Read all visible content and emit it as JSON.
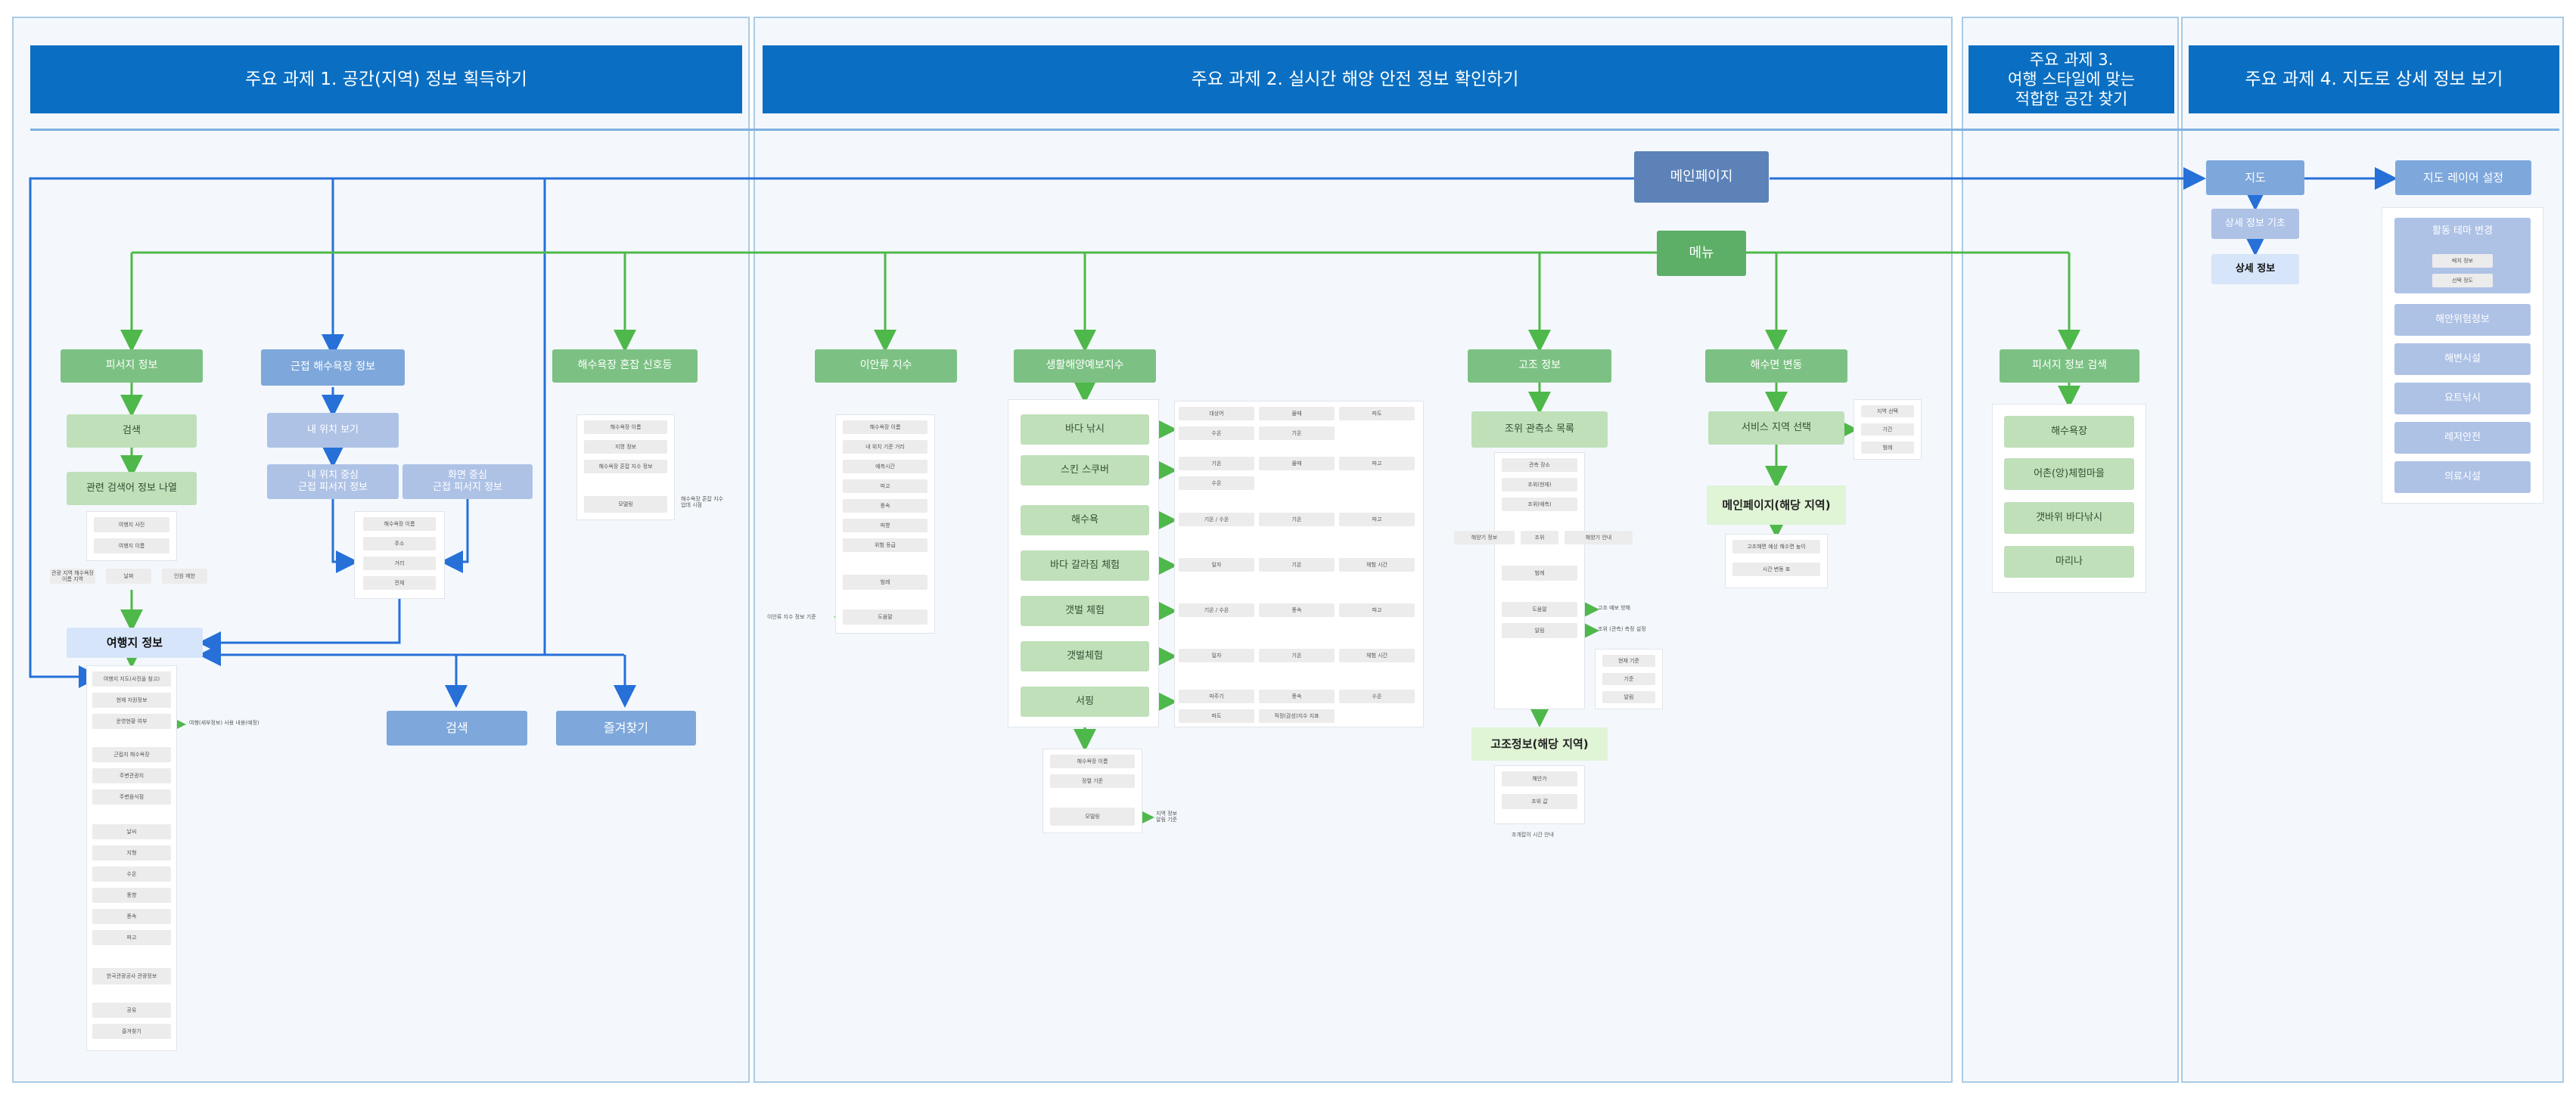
{
  "headers": {
    "task1": "주요 과제 1. 공간(지역) 정보 획득하기",
    "task2": "주요 과제 2. 실시간 해양 안전 정보 확인하기",
    "task3": "주요 과제 3.\n여행 스타일에 맞는\n적합한 공간 찾기",
    "task4": "주요 과제 4. 지도로 상세 정보 보기"
  },
  "hubs": {
    "main_page": "메인페이지",
    "menu": "메뉴"
  },
  "task1": {
    "beach_info": "피서지 정보",
    "search_sub": "검색",
    "search_list": "관련 검색어 정보 나열",
    "search_list_items": [
      "여행지 사진",
      "여행지 이름"
    ],
    "search_row": [
      "관광 지역 해수욕장 이름 지역",
      "날짜",
      "인원 제한"
    ],
    "nearby_info": "근접 해수욕장 정보",
    "my_location": "내 위치 보기",
    "my_center": "내 위치 중심\n근접 피서지 정보",
    "screen_center": "화면 중심\n근접 피서지 정보",
    "nearby_items": [
      "해수욕장 이름",
      "주소",
      "거리",
      "전체"
    ],
    "crowd_signal": "해수욕장 혼잡 신호등",
    "crowd_items": [
      "해수욕장 이름",
      "지명 정보",
      "해수욕장 혼잡 지수 정보"
    ],
    "crowd_btn": "모델링",
    "crowd_note": "해수욕장 혼잡 지수\n업데 시점",
    "travel_info": "여행지 정보",
    "travel_items": [
      "여행지 지도(사진을 참고)",
      "현재 지원정보",
      "운영현황 여부"
    ],
    "travel_note": "여행(세부정보) 사용 내용(예정)",
    "travel_items2": [
      "근접지 해수욕장",
      "주변관광지",
      "주변음식점"
    ],
    "travel_items3": [
      "날씨",
      "지형",
      "수온",
      "풍향",
      "풍속",
      "파고"
    ],
    "travel_items4": [
      "한국관광공사 관광정보"
    ],
    "travel_items5": [
      "공유",
      "즐겨찾기"
    ],
    "btn_search": "검색",
    "btn_fav": "즐겨찾기"
  },
  "task2": {
    "rip": "이안류 지수",
    "rip_items": [
      "해수욕장 이름",
      "내 위치 기준 거리",
      "예측시간",
      "파고",
      "풍속",
      "파향",
      "위험 등급",
      "범례",
      "도움말"
    ],
    "rip_note": "이안류 지수 정보 기준",
    "life": "생활해양예보지수",
    "life_items": [
      "바다 낚시",
      "스킨 스쿠버",
      "해수욕",
      "바다 갈라짐 체험",
      "갯벌 체험",
      "갯벌체험",
      "서핑"
    ],
    "life_grid": [
      [
        "대상어",
        "물때",
        "파도"
      ],
      [
        "기온",
        "물때",
        "파고"
      ],
      [
        "기온 / 수온",
        "기온",
        "파고"
      ],
      [
        "일자",
        "기온",
        "체험 시간"
      ],
      [
        "기온 / 수온",
        "풍속",
        "파고"
      ],
      [
        "일자",
        "기온",
        "체험 시간"
      ],
      [
        "파주기",
        "풍속",
        "수온"
      ]
    ],
    "life_extra": [
      "수온",
      "기온",
      "수온",
      "파도",
      "적정(감성)지수 지표"
    ],
    "life_sub": [
      "해수욕장 이름",
      "정렬 기준"
    ],
    "life_btn": "모델링",
    "life_note": "지역 정보\n알림 기준",
    "tide": "고조 정보",
    "tide_list": "조위 관측소 목록",
    "tide_items": [
      "관측 장소",
      "조위(현재)",
      "조위(예측)"
    ],
    "tide_row": [
      "해양기 정보",
      "조위",
      "해양기 안내"
    ],
    "tide_items2": [
      "범례",
      "도움말",
      "알림"
    ],
    "tide_note1": "고조 예보 방해",
    "tide_note2": "조위 (관측) 측정 설정",
    "tide_sub": [
      "현재 기준",
      "기준",
      "알림"
    ],
    "tide_region": "고조정보(해당 지역)",
    "tide_region_items": [
      "해안가",
      "조위 값"
    ],
    "tide_region_note": "조개잡이 시간 안내",
    "sea": "해수면 변동",
    "sea_select": "서비스 지역 선택",
    "sea_side": [
      "지역 선택",
      "기간",
      "범례"
    ],
    "sea_region": "메인페이지(해당 지역)",
    "sea_region_items": [
      "고조해면 예상 해수면 높이",
      "시간 변동 표"
    ]
  },
  "task3": {
    "beach_search": "피서지 정보 검색",
    "items": [
      "해수욕장",
      "어촌(앙)체험마을",
      "갯바위 바다낚시",
      "마리나"
    ]
  },
  "task4": {
    "map": "지도",
    "detail_base": "상세 정보 기초",
    "detail": "상세 정보",
    "layer": "지도 레이어 설정",
    "layer_group": "활동 테마 변경",
    "layer_sub": [
      "배치 정보",
      "선택 정도"
    ],
    "layers": [
      "해안위험정보",
      "해변시설",
      "요트낚시",
      "레저안전",
      "의료시설"
    ]
  },
  "colors": {
    "header": "#0a6fc2",
    "node_green": "#7cc183",
    "node_blue": "#7ea8dc",
    "line_blue": "#2670d8",
    "line_green": "#4fb84a"
  }
}
